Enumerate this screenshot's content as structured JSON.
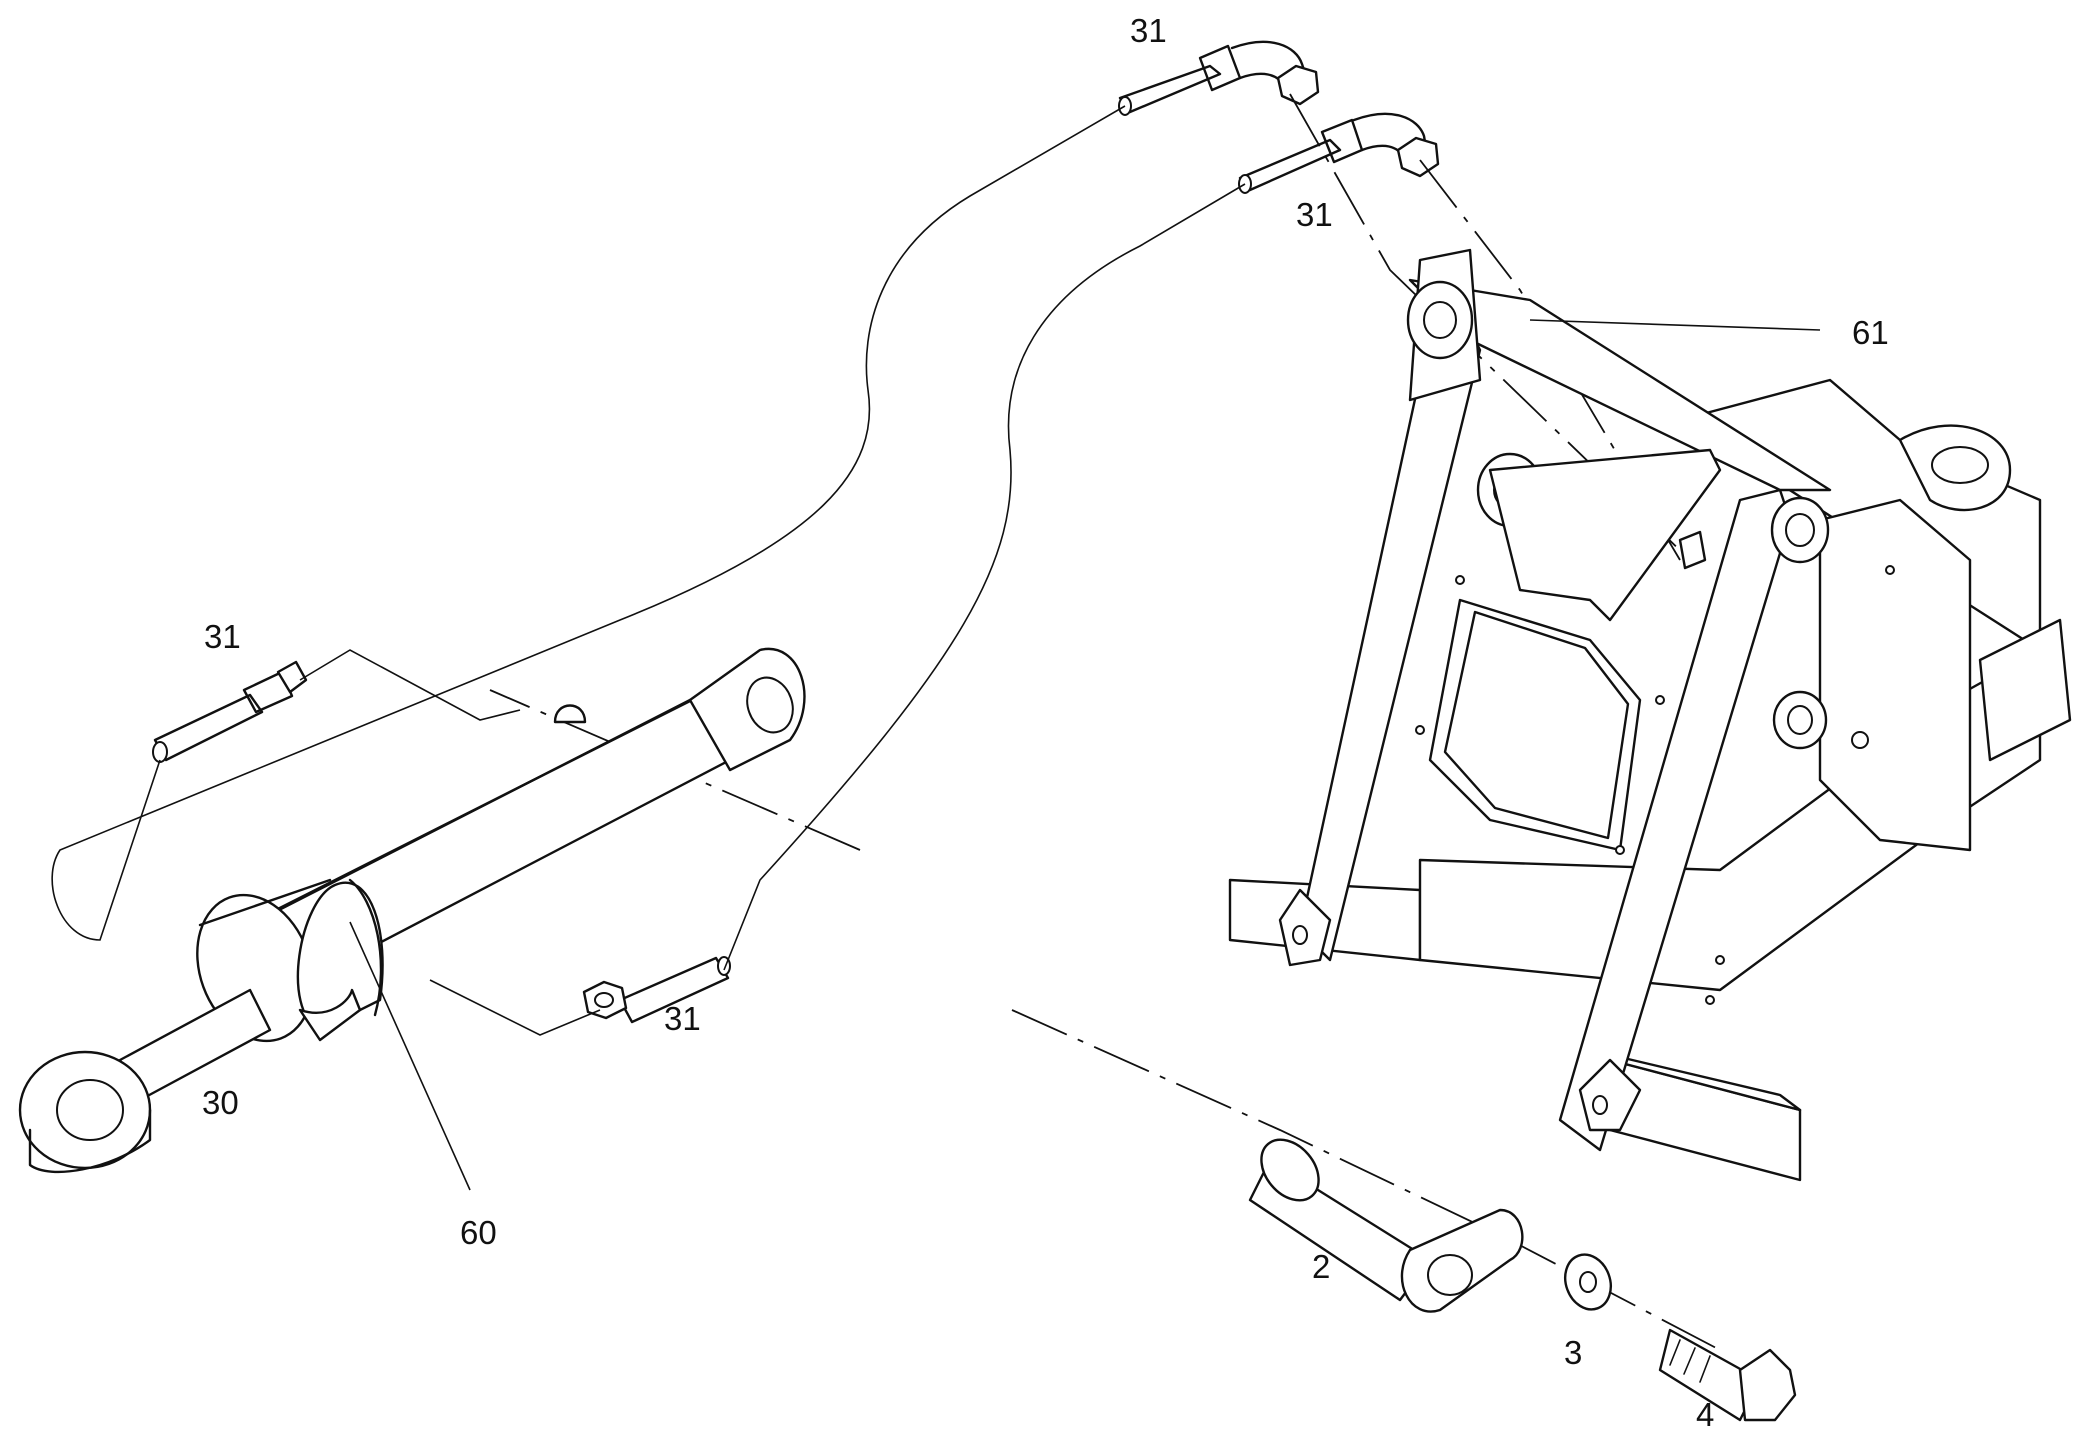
{
  "callouts": {
    "hose_top_a": "31",
    "hose_top_b": "31",
    "hose_left": "31",
    "hose_bottom": "31",
    "frame": "61",
    "cylinder_rod": "30",
    "cylinder_body": "60",
    "pin": "2",
    "washer": "3",
    "bolt": "4"
  }
}
